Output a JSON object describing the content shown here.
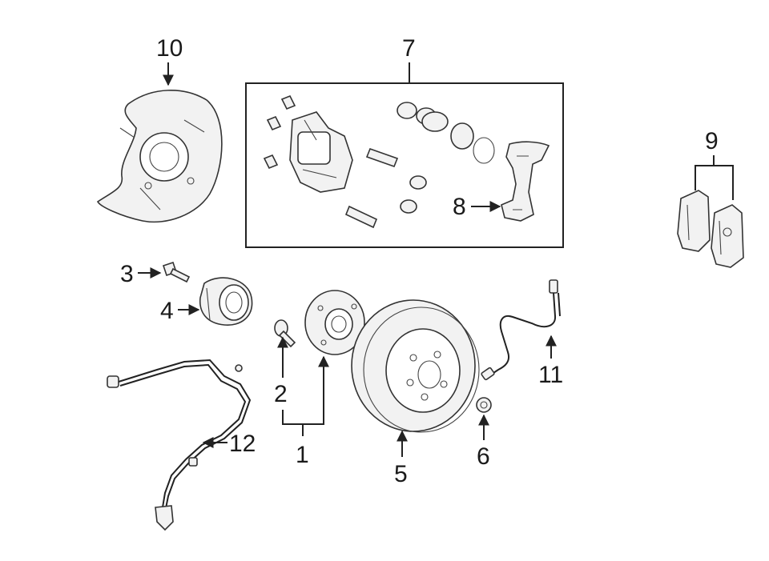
{
  "callouts": {
    "c1": "1",
    "c2": "2",
    "c3": "3",
    "c4": "4",
    "c5": "5",
    "c6": "6",
    "c7": "7",
    "c8": "8",
    "c9": "9",
    "c10": "10",
    "c11": "11",
    "c12": "12"
  },
  "parts": {
    "splash_shield": "splash-shield",
    "caliper_assembly": "caliper-assembly",
    "caliper_bracket": "caliper-bracket",
    "brake_pads": "brake-pads",
    "hub_bolt": "hub-bolt",
    "wheel_bearing": "wheel-bearing",
    "hub_with_stud": "hub-with-stud",
    "brake_rotor": "brake-rotor",
    "lug_nut": "lug-nut",
    "brake_hose": "brake-hose",
    "abs_sensor": "abs-sensor"
  }
}
